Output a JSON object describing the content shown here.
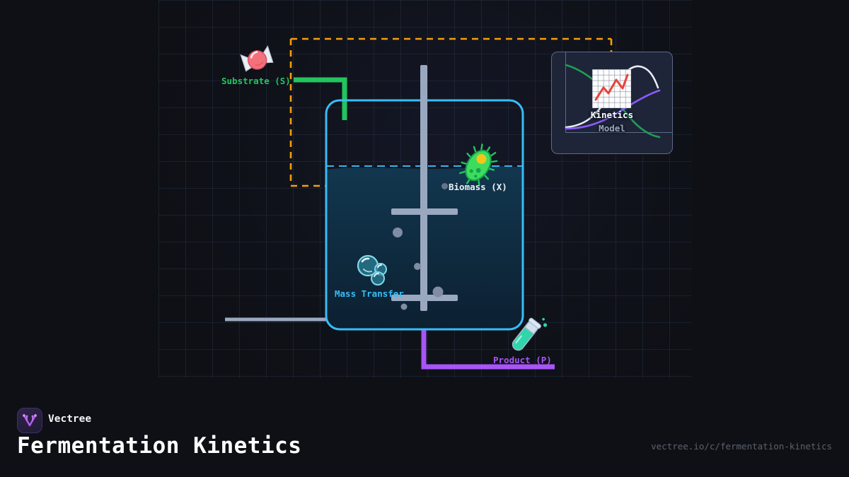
{
  "footer": {
    "brand": "Vectree",
    "title": "Fermentation Kinetics",
    "url": "vectree.io/c/fermentation-kinetics",
    "logo_icon": "vectree-tree-logo"
  },
  "diagram": {
    "vessel_name": "bioreactor-vessel",
    "control_boundary_name": "control-volume-boundary",
    "nodes": [
      {
        "id": "substrate",
        "label": "Substrate (S)",
        "icon": "candy-emoji",
        "color": "#22c55e"
      },
      {
        "id": "biomass",
        "label": "Biomass (X)",
        "icon": "microbe-emoji",
        "color": "#eef2f7"
      },
      {
        "id": "mass_transfer",
        "label": "Mass Transfer",
        "icon": "bubbles-emoji",
        "color": "#38bdf8"
      },
      {
        "id": "product",
        "label": "Product (P)",
        "icon": "test-tube-emoji",
        "color": "#a855f7"
      }
    ],
    "colors": {
      "vessel_stroke": "#38bdf8",
      "liquid_fill": "#0f2c41",
      "substrate_pipe": "#22c55e",
      "product_pipe": "#a855f7",
      "boundary_dash": "#f59e0b",
      "impeller": "#9aa8bf",
      "background": "#0f1015"
    }
  },
  "card": {
    "title": "Kinetics",
    "subtitle": "Model",
    "icon": "line-chart-icon",
    "curves": [
      {
        "name": "substrate-decay-curve",
        "color": "#1f9d55"
      },
      {
        "name": "biomass-growth-curve",
        "color": "#e8edf5"
      },
      {
        "name": "product-formation-curve",
        "color": "#8b5cf6"
      },
      {
        "name": "chart-icon-trend-line",
        "color": "#e8443a"
      }
    ]
  },
  "chart_data": {
    "type": "line",
    "title": "Kinetics",
    "subtitle": "Model",
    "xlabel": "",
    "ylabel": "",
    "x": [
      0,
      0.2,
      0.4,
      0.6,
      0.8,
      1.0
    ],
    "series": [
      {
        "name": "Substrate (S)",
        "color": "#1f9d55",
        "values": [
          0.95,
          0.82,
          0.63,
          0.42,
          0.22,
          0.06
        ]
      },
      {
        "name": "Biomass (X)",
        "color": "#e8edf5",
        "values": [
          0.05,
          0.14,
          0.45,
          0.84,
          0.96,
          0.62
        ]
      },
      {
        "name": "Product (P)",
        "color": "#8b5cf6",
        "values": [
          0.04,
          0.07,
          0.16,
          0.33,
          0.55,
          0.78
        ]
      }
    ],
    "ylim": [
      0,
      1
    ],
    "grid": false,
    "legend": "none"
  }
}
